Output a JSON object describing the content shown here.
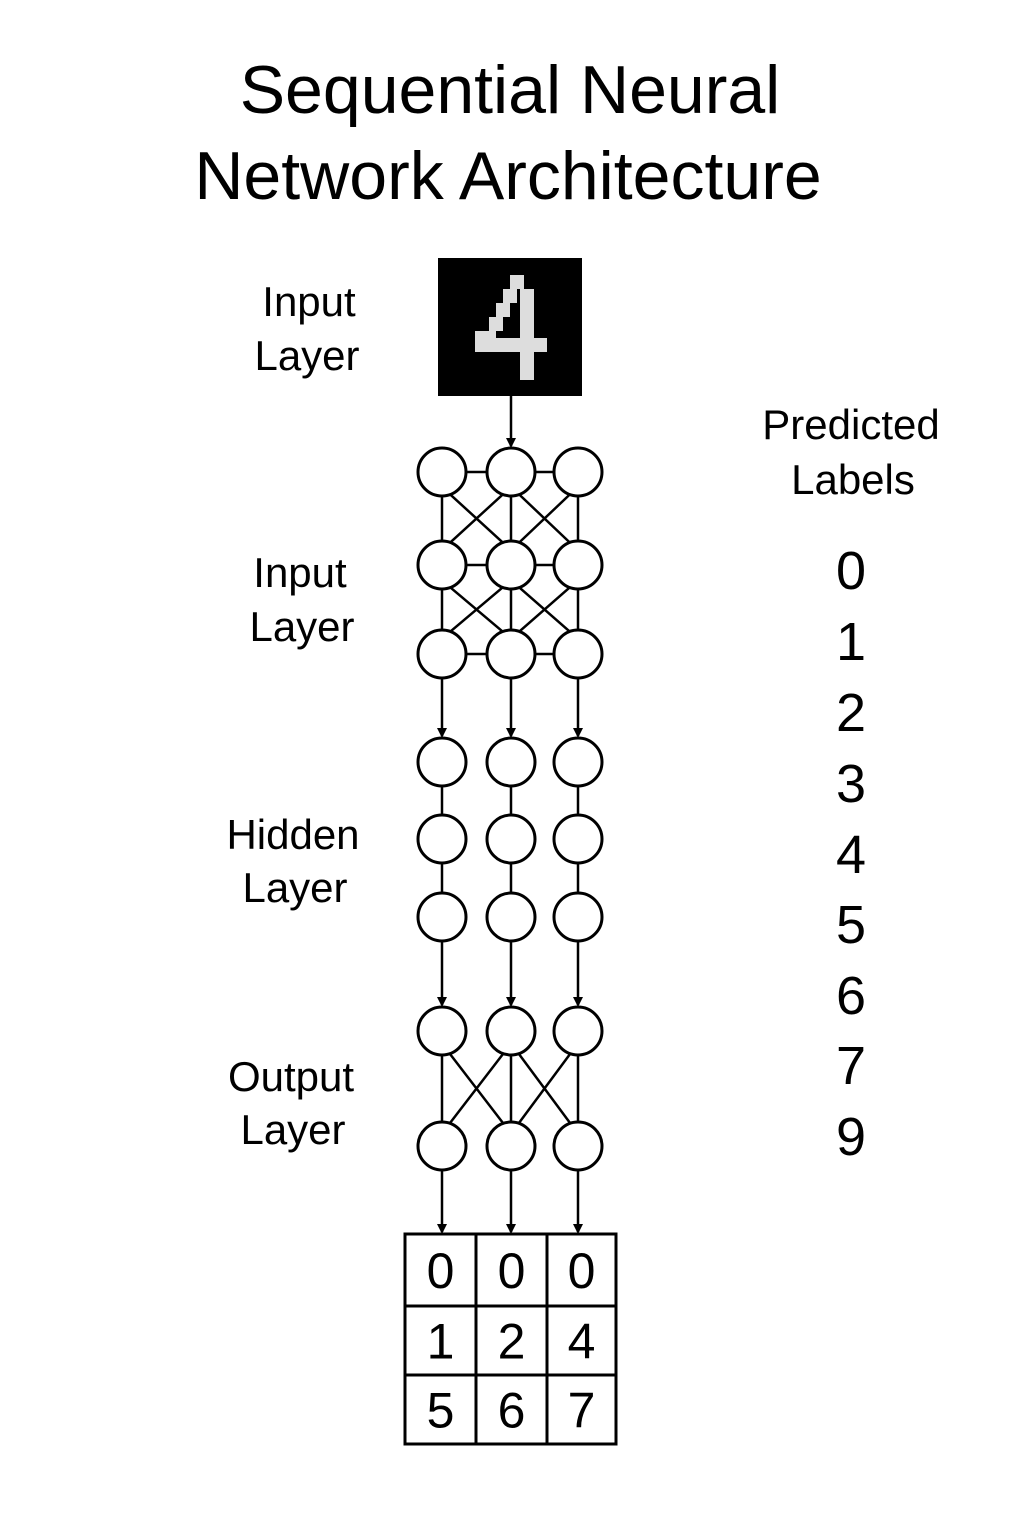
{
  "title": {
    "line1": "Sequential Neural",
    "line2": "Network Architecture"
  },
  "input_image": {
    "digit": "4",
    "description_icon": "mnist-digit-image-icon",
    "background_color": "#000000",
    "pixel_color": "#dddddd"
  },
  "layer_labels": [
    {
      "line1": "Input",
      "line2": "Layer"
    },
    {
      "line1": "Input",
      "line2": "Layer"
    },
    {
      "line1": "Hidden",
      "line2": "Layer"
    },
    {
      "line1": "Output",
      "line2": "Layer"
    }
  ],
  "predicted_labels": {
    "heading_line1": "Predicted",
    "heading_line2": "Labels",
    "values": [
      "0",
      "1",
      "2",
      "3",
      "4",
      "5",
      "6",
      "7",
      "9"
    ]
  },
  "output_grid": {
    "rows": [
      [
        "0",
        "0",
        "0"
      ],
      [
        "1",
        "2",
        "4"
      ],
      [
        "5",
        "6",
        "7"
      ]
    ]
  },
  "colors": {
    "ink": "#000000",
    "background": "#ffffff"
  }
}
